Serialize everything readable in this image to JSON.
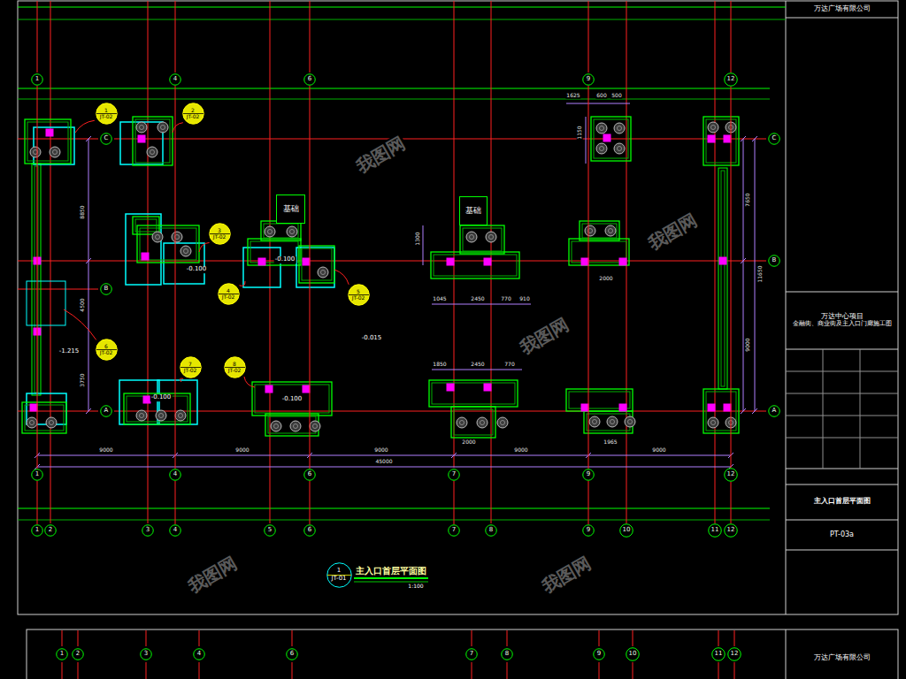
{
  "diagram": {
    "nodes": [
      {
        "text": [
          "万达广场有限公司"
        ]
      },
      {
        "text": [
          "1"
        ]
      },
      {
        "text": [
          "4"
        ]
      },
      {
        "text": [
          "6"
        ]
      },
      {
        "text": [
          "9"
        ]
      },
      {
        "text": [
          "12"
        ]
      },
      {
        "text": [
          "1",
          "JT-02"
        ]
      },
      {
        "text": [
          "2",
          "JT-02"
        ]
      },
      {
        "text": [
          "C"
        ]
      },
      {
        "text": [
          "C"
        ]
      },
      {
        "text": [
          "基础"
        ]
      },
      {
        "text": [
          "基础"
        ]
      },
      {
        "text": [
          "3",
          "JT-02"
        ]
      },
      {
        "text": [
          "B"
        ]
      },
      {
        "text": [
          "B"
        ]
      },
      {
        "text": [
          "4",
          "JT-02"
        ]
      },
      {
        "text": [
          "5",
          "JT-02"
        ]
      },
      {
        "text": [
          "万达中心项目",
          "金融街、商业街及主入口门廊施工图"
        ]
      },
      {
        "text": [
          "6",
          "JT-02"
        ]
      },
      {
        "text": [
          "7",
          "JT-02"
        ]
      },
      {
        "text": [
          "8",
          "JT-02"
        ]
      },
      {
        "text": [
          "A"
        ]
      },
      {
        "text": [
          "A"
        ]
      },
      {
        "text": [
          "1"
        ]
      },
      {
        "text": [
          "4"
        ]
      },
      {
        "text": [
          "6"
        ]
      },
      {
        "text": [
          "7"
        ]
      },
      {
        "text": [
          "9"
        ]
      },
      {
        "text": [
          "12"
        ]
      },
      {
        "text": [
          "主入口首层平面图"
        ]
      },
      {
        "text": [
          "PT-03a"
        ]
      },
      {
        "text": [
          "1"
        ]
      },
      {
        "text": [
          "2"
        ]
      },
      {
        "text": [
          "3"
        ]
      },
      {
        "text": [
          "4"
        ]
      },
      {
        "text": [
          "5"
        ]
      },
      {
        "text": [
          "6"
        ]
      },
      {
        "text": [
          "7"
        ]
      },
      {
        "text": [
          "8"
        ]
      },
      {
        "text": [
          "9"
        ]
      },
      {
        "text": [
          "10"
        ]
      },
      {
        "text": [
          "11"
        ]
      },
      {
        "text": [
          "12"
        ]
      },
      {
        "text": [
          "1",
          "JT-01"
        ]
      },
      {
        "text": [
          "万达广场有限公司"
        ]
      },
      {
        "text": [
          "1"
        ]
      },
      {
        "text": [
          "2"
        ]
      },
      {
        "text": [
          "3"
        ]
      },
      {
        "text": [
          "4"
        ]
      },
      {
        "text": [
          "6"
        ]
      },
      {
        "text": [
          "7"
        ]
      },
      {
        "text": [
          "8"
        ]
      },
      {
        "text": [
          "9"
        ]
      },
      {
        "text": [
          "10"
        ]
      },
      {
        "text": [
          "11"
        ]
      },
      {
        "text": [
          "12"
        ]
      }
    ],
    "edges": [
      {
        "from": 1,
        "to": 23,
        "arrow": "none"
      },
      {
        "from": 2,
        "to": 24,
        "arrow": "none"
      },
      {
        "from": 3,
        "to": 25,
        "arrow": "none"
      },
      {
        "from": 4,
        "to": 27,
        "arrow": "none"
      },
      {
        "from": 5,
        "to": 28,
        "arrow": "none"
      },
      {
        "from": 23,
        "to": 31,
        "arrow": "none"
      },
      {
        "from": 24,
        "to": 34,
        "arrow": "none"
      },
      {
        "from": 25,
        "to": 36,
        "arrow": "none"
      },
      {
        "from": 26,
        "to": 37,
        "arrow": "none"
      },
      {
        "from": 27,
        "to": 39,
        "arrow": "none"
      },
      {
        "from": 28,
        "to": 42,
        "arrow": "none"
      }
    ],
    "labels": [
      "主入口首层平面图",
      "1:100",
      "9000",
      "9000",
      "9000",
      "9000",
      "9000",
      "45000",
      "7650",
      "11650",
      "9000",
      "8850",
      "4500",
      "3750",
      "1625",
      "600",
      "500",
      "1045",
      "2450",
      "770",
      "910",
      "1850",
      "2450",
      "770",
      "2000",
      "1965",
      "2000",
      "1300",
      "1150",
      "-0.100",
      "-0.100",
      "-0.100",
      "-0.100",
      "-0.015",
      "-1.215",
      "我图网",
      "我图网",
      "我图网",
      "我图网",
      "我图网"
    ]
  }
}
